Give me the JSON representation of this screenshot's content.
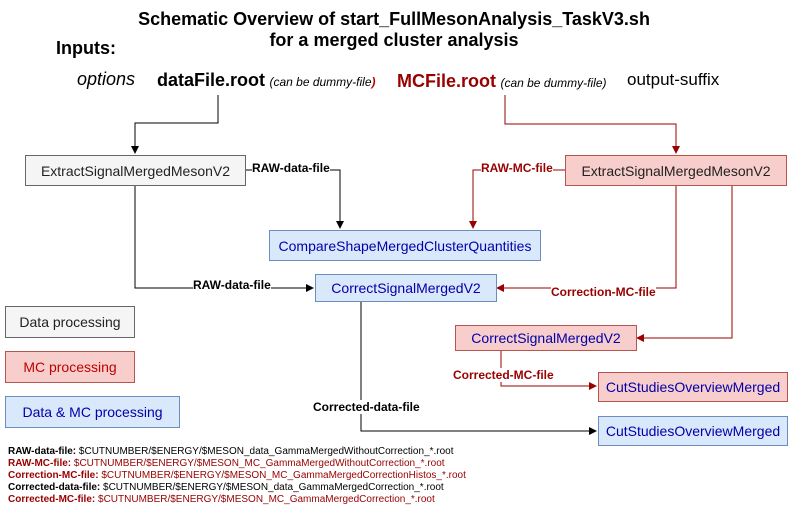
{
  "title": {
    "line1": "Schematic Overview of start_FullMesonAnalysis_TaskV3.sh",
    "line2": "for a merged cluster analysis"
  },
  "inputs": {
    "label": "Inputs:",
    "options": "options",
    "data_file": "dataFile.root",
    "data_file_note": "(can be dummy-file",
    "data_file_note_close": ")",
    "mc_file": "MCFile.root",
    "mc_file_note": "(can be dummy-file)",
    "output_suffix": "output-suffix"
  },
  "nodes": {
    "extract_data": "ExtractSignalMergedMesonV2",
    "extract_mc": "ExtractSignalMergedMesonV2",
    "compare_shape": "CompareShapeMergedClusterQuantities",
    "correct_data": "CorrectSignalMergedV2",
    "correct_mc": "CorrectSignalMergedV2",
    "cut_studies_mc": "CutStudiesOverviewMerged",
    "cut_studies_data": "CutStudiesOverviewMerged"
  },
  "edge_labels": {
    "raw_data_1": "RAW-data-file",
    "raw_mc": "RAW-MC-file",
    "raw_data_2": "RAW-data-file",
    "correction_mc": "Correction-MC-file",
    "corrected_mc": "Corrected-MC-file",
    "corrected_data": "Corrected-data-file"
  },
  "legend_boxes": {
    "data": "Data processing",
    "mc": "MC processing",
    "both": "Data & MC processing"
  },
  "file_legend": [
    {
      "key": "RAW-data-file:",
      "value": " $CUTNUMBER/$ENERGY/$MESON_data_GammaMergedWithoutCorrection_*.root",
      "kind": "data"
    },
    {
      "key": "RAW-MC-file:",
      "value": " $CUTNUMBER/$ENERGY/$MESON_MC_GammaMergedWithoutCorrection_*.root",
      "kind": "mc"
    },
    {
      "key": "Correction-MC-file:",
      "value": " $CUTNUMBER/$ENERGY/$MESON_MC_GammaMergedCorrectionHistos_*.root",
      "kind": "mc"
    },
    {
      "key": "Corrected-data-file:",
      "value": " $CUTNUMBER/$ENERGY/$MESON_data_GammaMergedCorrection_*.root",
      "kind": "data"
    },
    {
      "key": "Corrected-MC-file:",
      "value": " $CUTNUMBER/$ENERGY/$MESON_MC_GammaMergedCorrection_*.root",
      "kind": "mc"
    }
  ],
  "colors": {
    "mc_red": "#990000",
    "legend_red": "#c00000",
    "blue_text": "#0000aa",
    "gray_fill": "#f5f5f5",
    "red_fill": "#f8cecc",
    "blue_fill": "#dae8fc"
  }
}
